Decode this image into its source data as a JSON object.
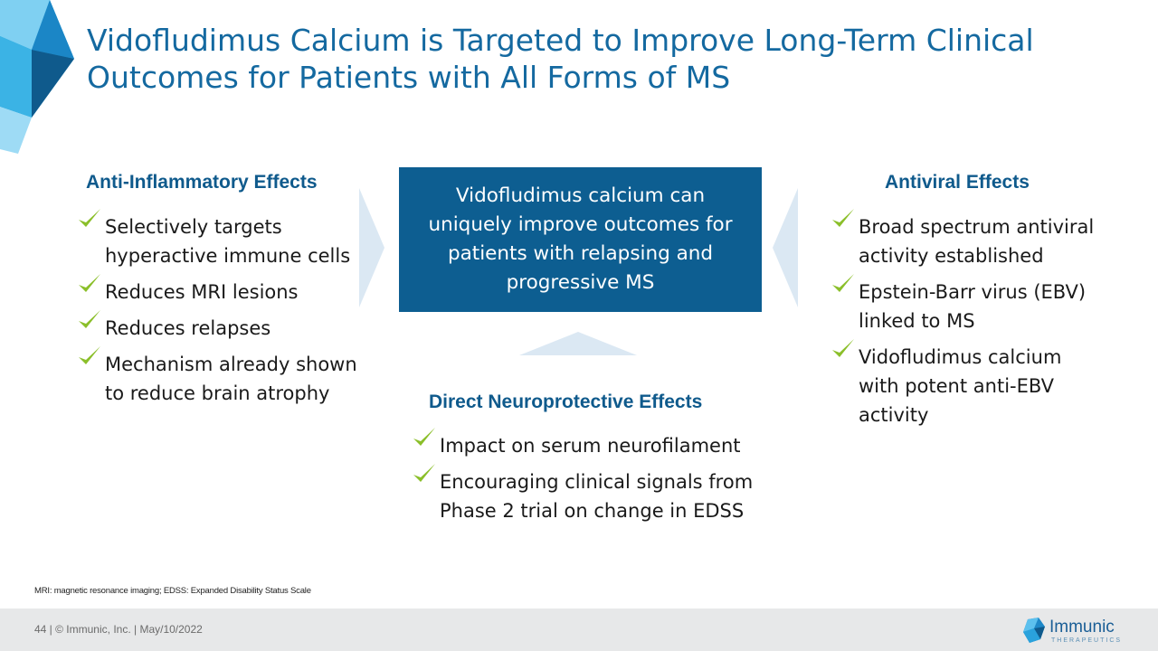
{
  "slide": {
    "title": "Vidofludimus Calcium is Targeted to Improve Long-Term Clinical Outcomes for Patients with All Forms of MS"
  },
  "left": {
    "heading": "Anti-Inflammatory Effects",
    "items": [
      "Selectively targets hyperactive immune cells",
      "Reduces MRI lesions",
      "Reduces relapses",
      "Mechanism already shown to reduce brain atrophy"
    ]
  },
  "center": {
    "text": "Vidofludimus calcium can uniquely improve outcomes for patients with relapsing and progressive MS"
  },
  "right": {
    "heading": "Antiviral Effects",
    "items": [
      "Broad spectrum antiviral activity established",
      "Epstein-Barr virus (EBV) linked to MS",
      "Vidofludimus calcium with potent anti-EBV activity"
    ]
  },
  "bottom": {
    "heading": "Direct Neuroprotective Effects",
    "items": [
      "Impact on serum neurofilament",
      "Encouraging clinical signals from Phase 2 trial on change in EDSS"
    ]
  },
  "footnote": "MRI: magnetic resonance imaging; EDSS: Expanded Disability Status Scale",
  "footer": {
    "text": "44  |  © Immunic, Inc.  |  May/10/2022",
    "logo_name": "Immunic",
    "logo_sub": "THERAPEUTICS"
  },
  "colors": {
    "title": "#1469a0",
    "heading": "#0f5a8c",
    "center_box": "#0d5e91",
    "check": "#8bbf2a",
    "arrow": "#dbe8f3",
    "footer_bg": "#e7e8e9"
  },
  "icons": [
    "checkmark-icon",
    "arrow-right-icon",
    "arrow-left-icon",
    "arrow-up-icon",
    "immunic-logo-icon"
  ]
}
